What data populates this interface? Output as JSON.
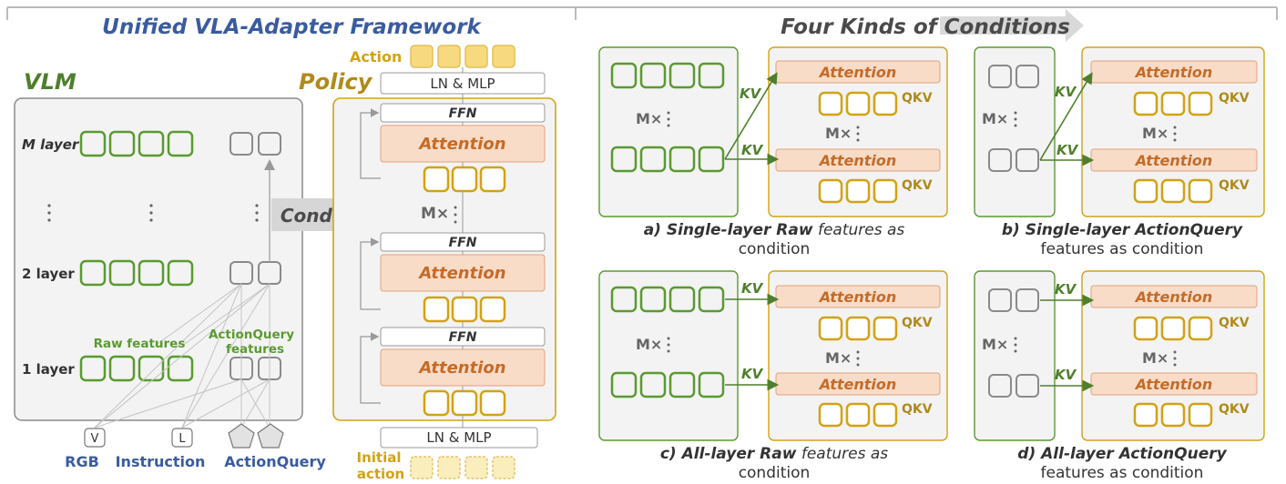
{
  "left_title": "Unified VLA-Adapter Framework",
  "right_title": "Four Kinds of Conditions",
  "vlm_label": "VLM",
  "policy_label": "Policy",
  "action_label": "Action",
  "initial_action_label": "Initial\naction",
  "ln_mlp": "LN & MLP",
  "ffn": "FFN",
  "attention": "Attention",
  "condition": "Condition",
  "m_times": "M×",
  "layers": {
    "m": "M layer",
    "l2": "2 layer",
    "l1": "1 layer"
  },
  "raw_features": "Raw features",
  "actionquery_features_1": "ActionQuery",
  "actionquery_features_2": "features",
  "inputs": {
    "v": "V",
    "l": "L",
    "rgb": "RGB",
    "instruction": "Instruction",
    "actionquery": "ActionQuery"
  },
  "kv": "KV",
  "qkv": "QKV",
  "captions": {
    "a_1_prefix": "a) Single-layer Raw",
    "a_1_suffix": " features as",
    "a_2": "condition",
    "b_1": "b) Single-layer ActionQuery",
    "b_2": "features as condition",
    "c_1_prefix": "c) All-layer Raw",
    "c_1_suffix": " features as",
    "c_2": "condition",
    "d_1": "d) All-layer ActionQuery",
    "d_2": "features as condition"
  },
  "colors": {
    "green": "#5a9a30",
    "gold": "#d2a216",
    "gray": "#8a8a8a",
    "blue": "#3a5ba0",
    "attention_fill": "#f8dcc8",
    "panel_fill": "#f3f3f3",
    "action_fill": "#f7d980"
  }
}
